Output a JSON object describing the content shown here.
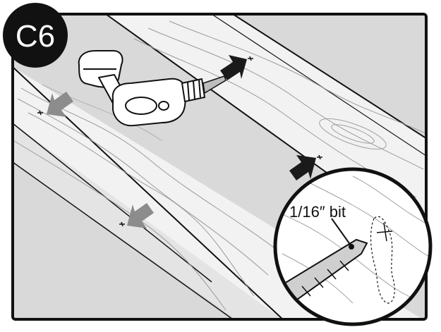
{
  "step": {
    "label": "C6"
  },
  "callout": {
    "bit_label": "1/16″ bit"
  },
  "colors": {
    "background": "#d9d9d9",
    "board": "#f2f2f2",
    "board_edge": "#c9c9c9",
    "line": "#111111",
    "arrow_dark": "#1a1a1a",
    "arrow_grey": "#8c8c8c",
    "drill_body": "#ffffff"
  },
  "icons": [
    "drill-icon",
    "drill-bit-icon",
    "arrow-icon",
    "pilot-hole-marker",
    "magnifier-callout"
  ]
}
